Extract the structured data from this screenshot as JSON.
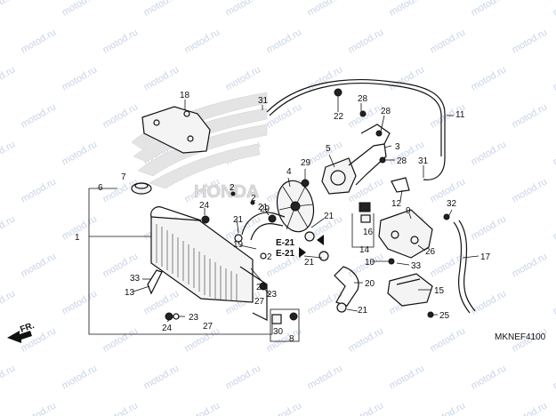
{
  "watermark": {
    "text": "motod.ru",
    "color": "#c8d4e6"
  },
  "brand_logo": {
    "text": "HONDA",
    "color": "#d9d9d9"
  },
  "diagram_code": "MKNEF4100",
  "direction": {
    "label": "FR.",
    "icon": "front-arrow-icon"
  },
  "references": {
    "e21_upper": "E-21",
    "e21_lower": "E-21"
  },
  "callouts": [
    {
      "id": "c1",
      "text": "1"
    },
    {
      "id": "c2a",
      "text": "2"
    },
    {
      "id": "c2b",
      "text": "2"
    },
    {
      "id": "c2c",
      "text": "2"
    },
    {
      "id": "c3",
      "text": "3"
    },
    {
      "id": "c4",
      "text": "4"
    },
    {
      "id": "c5",
      "text": "5"
    },
    {
      "id": "c6",
      "text": "6"
    },
    {
      "id": "c7",
      "text": "7"
    },
    {
      "id": "c8",
      "text": "8"
    },
    {
      "id": "c9",
      "text": "9"
    },
    {
      "id": "c10",
      "text": "10"
    },
    {
      "id": "c11",
      "text": "11"
    },
    {
      "id": "c12",
      "text": "12"
    },
    {
      "id": "c13",
      "text": "13"
    },
    {
      "id": "c14",
      "text": "14"
    },
    {
      "id": "c15",
      "text": "15"
    },
    {
      "id": "c16",
      "text": "16"
    },
    {
      "id": "c17",
      "text": "17"
    },
    {
      "id": "c18",
      "text": "18"
    },
    {
      "id": "c19",
      "text": "19"
    },
    {
      "id": "c20",
      "text": "20"
    },
    {
      "id": "c21a",
      "text": "21"
    },
    {
      "id": "c21b",
      "text": "21"
    },
    {
      "id": "c21c",
      "text": "21"
    },
    {
      "id": "c21d",
      "text": "21"
    },
    {
      "id": "c21e",
      "text": "21"
    },
    {
      "id": "c22",
      "text": "22"
    },
    {
      "id": "c23a",
      "text": "23"
    },
    {
      "id": "c23b",
      "text": "23"
    },
    {
      "id": "c24a",
      "text": "24"
    },
    {
      "id": "c24b",
      "text": "24"
    },
    {
      "id": "c24c",
      "text": "24"
    },
    {
      "id": "c25",
      "text": "25"
    },
    {
      "id": "c26",
      "text": "26"
    },
    {
      "id": "c27a",
      "text": "27"
    },
    {
      "id": "c27b",
      "text": "27"
    },
    {
      "id": "c28a",
      "text": "28"
    },
    {
      "id": "c28b",
      "text": "28"
    },
    {
      "id": "c28c",
      "text": "28"
    },
    {
      "id": "c29a",
      "text": "29"
    },
    {
      "id": "c29b",
      "text": "29"
    },
    {
      "id": "c30",
      "text": "30"
    },
    {
      "id": "c31a",
      "text": "31"
    },
    {
      "id": "c31b",
      "text": "31"
    },
    {
      "id": "c32",
      "text": "32"
    },
    {
      "id": "c33a",
      "text": "33"
    },
    {
      "id": "c33b",
      "text": "33"
    }
  ]
}
